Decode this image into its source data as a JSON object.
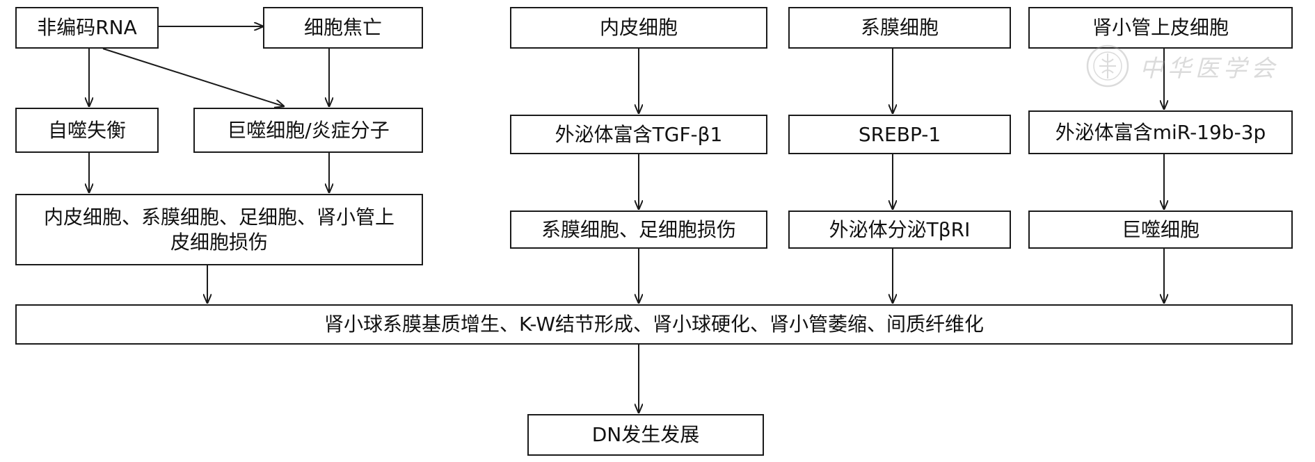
{
  "colors": {
    "line": "#1a1a1a",
    "text": "#111111",
    "watermark": "#9a9a9a"
  },
  "boxes": {
    "ncrna": "非编码RNA",
    "pyroptosis": "细胞焦亡",
    "autophagy": "自噬失衡",
    "macrophage_inflam": "巨噬细胞/炎症分子",
    "cell_injury": "内皮细胞、系膜细胞、足细胞、肾小管上皮细胞损伤",
    "endothelial": "内皮细胞",
    "exo_tgf": "外泌体富含TGF-β1",
    "mesangial_podocyte_injury": "系膜细胞、足细胞损伤",
    "mesangial": "系膜细胞",
    "srebp": "SREBP-1",
    "exo_tbr": "外泌体分泌TβRⅠ",
    "tubular": "肾小管上皮细胞",
    "exo_mir": "外泌体富含miR-19b-3p",
    "macrophage": "巨噬细胞",
    "pathology": "肾小球系膜基质增生、K-W结节形成、肾小球硬化、肾小管萎缩、间质纤维化",
    "dn": "DN发生发展"
  },
  "watermark": {
    "text": "中华医学会",
    "icon": "society-seal-icon"
  }
}
